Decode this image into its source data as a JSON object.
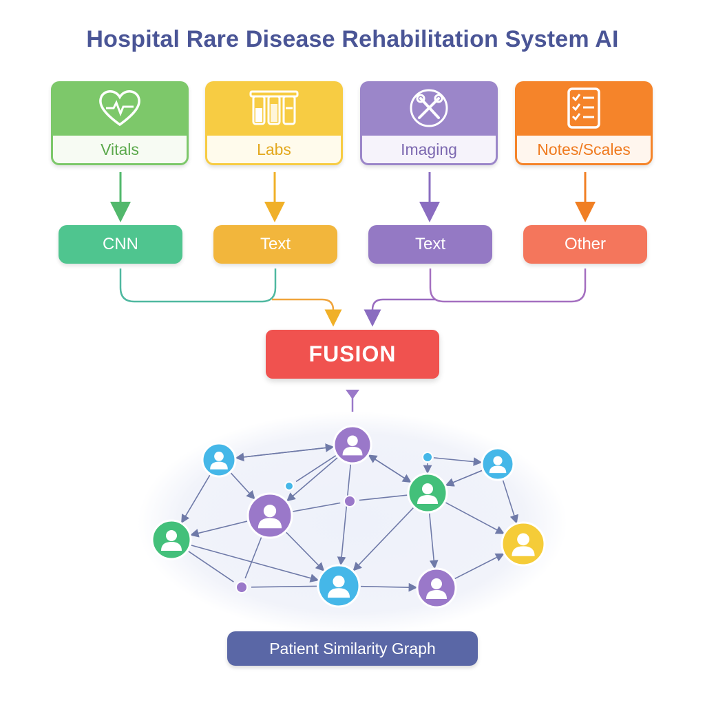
{
  "title": "Hospital Rare Disease Rehabilitation System AI",
  "sources": [
    {
      "label": "Vitals",
      "icon": "heart-pulse-icon",
      "color": "#7dc86a",
      "label_color": "#5aa84a"
    },
    {
      "label": "Labs",
      "icon": "test-tubes-icon",
      "color": "#f7cc43",
      "label_color": "#e3a81e"
    },
    {
      "label": "Imaging",
      "icon": "imaging-tools-icon",
      "color": "#9b86c9",
      "label_color": "#7c68b0"
    },
    {
      "label": "Notes/Scales",
      "icon": "checklist-icon",
      "color": "#f5842a",
      "label_color": "#ef7a1f"
    }
  ],
  "encoders": [
    {
      "label": "CNN",
      "color": "#4fc58f"
    },
    {
      "label": "Text",
      "color": "#f2b63c"
    },
    {
      "label": "Text",
      "color": "#9479c4"
    },
    {
      "label": "Other",
      "color": "#f4765c"
    }
  ],
  "fusion": {
    "label": "FUSION",
    "color": "#f0524f"
  },
  "graph": {
    "caption": "Patient Similarity Graph",
    "node_colors": {
      "blue": "#45b7e8",
      "purple": "#9a78c9",
      "green": "#43c07a",
      "yellow": "#f5cc38"
    }
  }
}
